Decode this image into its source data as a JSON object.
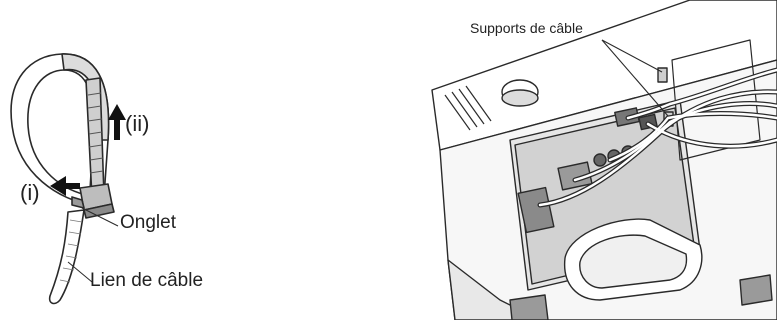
{
  "left_figure": {
    "step_ii": "(ii)",
    "step_i": "(i)",
    "tab_label": "Onglet",
    "cable_tie_label": "Lien de câble"
  },
  "right_figure": {
    "cable_holders_label": "Supports de câble"
  },
  "colors": {
    "line": "#2a2a2a",
    "fill_light": "#ffffff",
    "fill_gray": "#bdbdbd",
    "fill_dark": "#6f6f6f",
    "text": "#222222"
  },
  "icons": [
    "cable-tie-illustration",
    "projector-rear-illustration",
    "up-arrow-icon",
    "left-arrow-icon"
  ]
}
